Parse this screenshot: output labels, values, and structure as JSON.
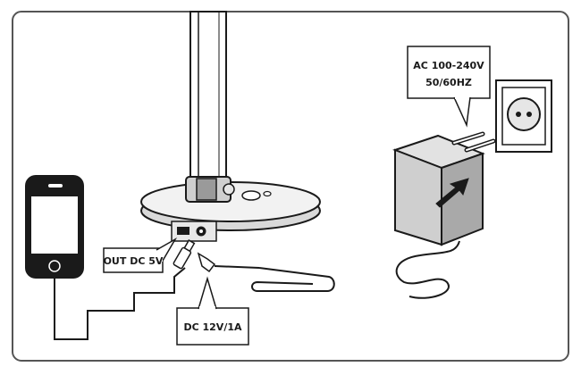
{
  "callouts": {
    "ac_adapter_input": {
      "line1": "AC 100-240V",
      "line2": "50/60HZ"
    },
    "usb_output": "OUT DC 5V",
    "dc_input": "DC 12V/1A"
  },
  "icons": {
    "phone": "smartphone-icon",
    "lamp": "desk-lamp-icon",
    "adapter": "power-adapter-icon",
    "outlet": "wall-outlet-icon",
    "arrow": "insert-arrow-icon"
  },
  "colors": {
    "outline": "#1a1a1a",
    "frame": "#555555",
    "adapter_front": "#cfcfcf",
    "adapter_side": "#a9a9a9",
    "adapter_top": "#e2e2e2",
    "lamp_base": "#f2f2f2"
  }
}
